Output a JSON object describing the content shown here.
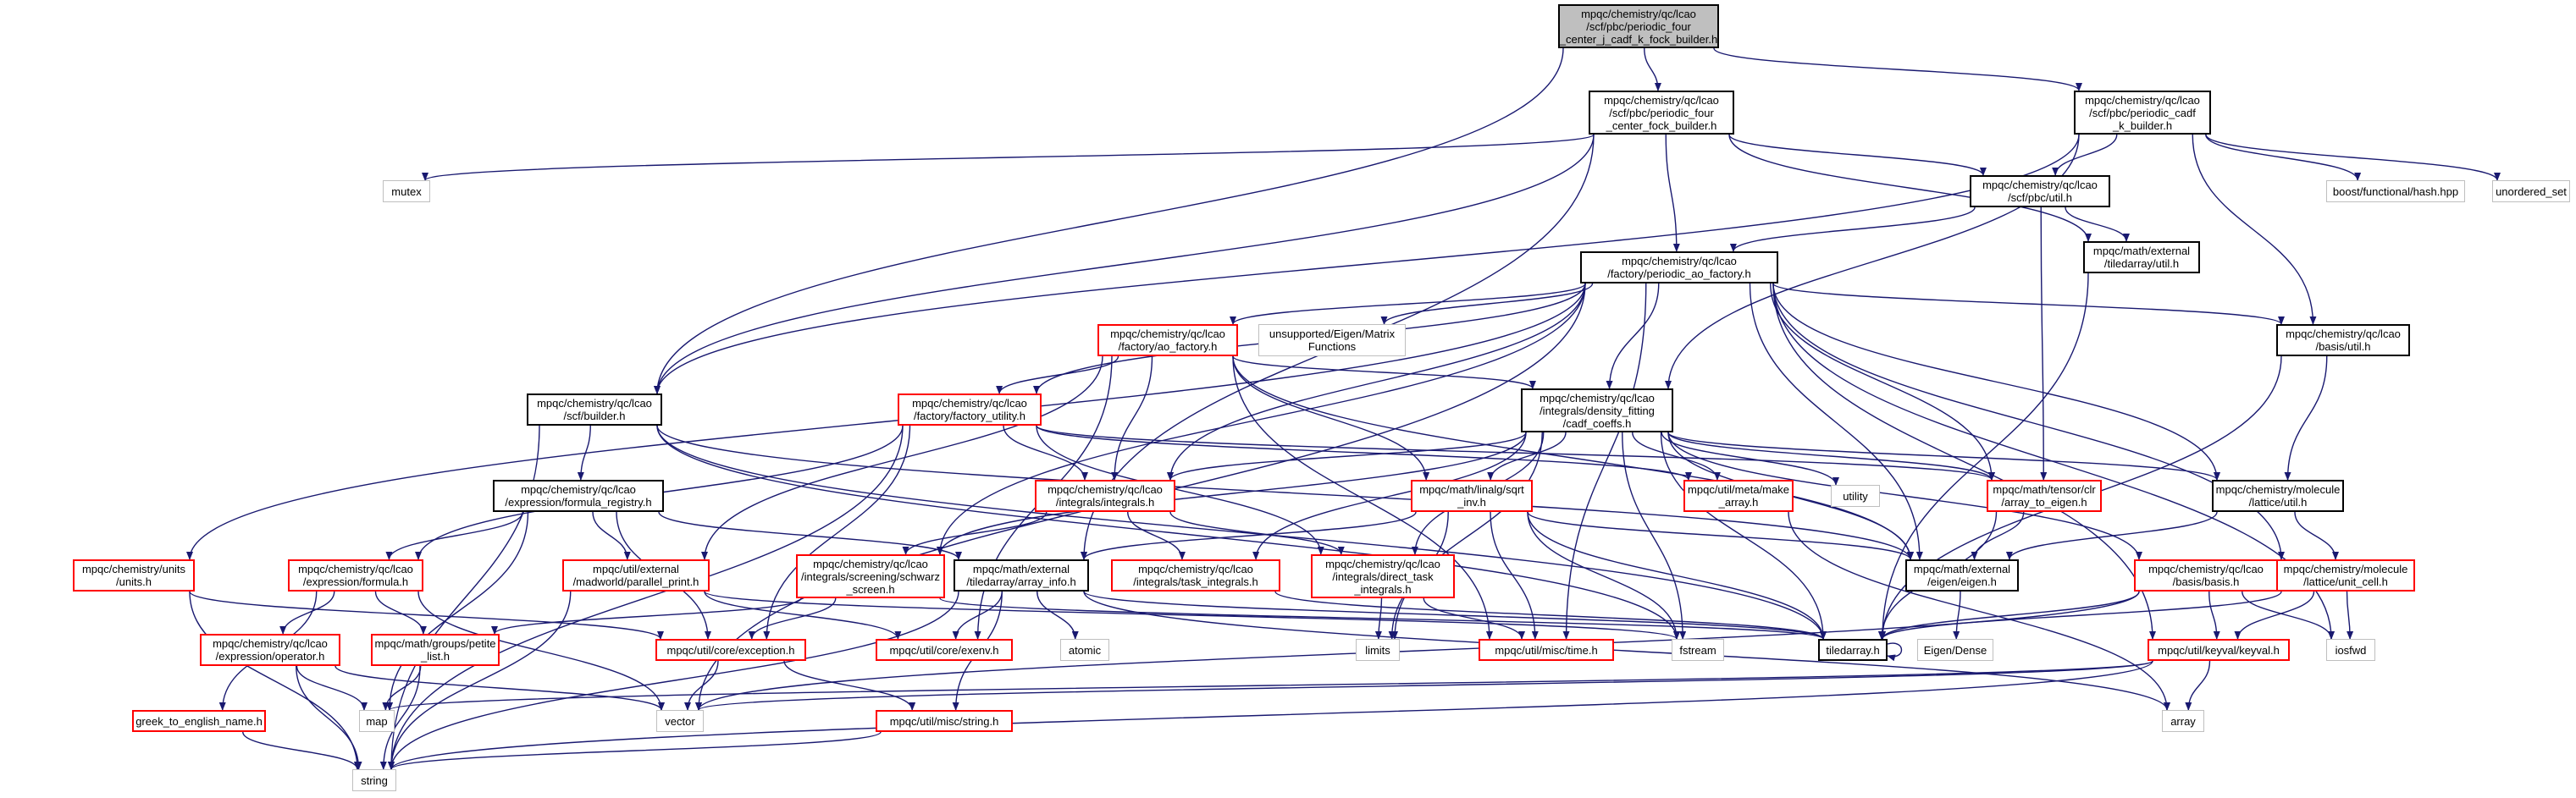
{
  "colors": {
    "edge": "#191970",
    "border_linked": "#000000",
    "border_incomplete": "#ff0000",
    "border_external": "#bfbfbf",
    "root_fill": "#bfbfbf"
  },
  "nodes": {
    "root": [
      "mpqc/chemistry/qc/lcao",
      "/scf/pbc/periodic_four",
      "_center_j_cadf_k_fock_builder.h"
    ],
    "pfcfb": [
      "mpqc/chemistry/qc/lcao",
      "/scf/pbc/periodic_four",
      "_center_fock_builder.h"
    ],
    "pckb": [
      "mpqc/chemistry/qc/lcao",
      "/scf/pbc/periodic_cadf",
      "_k_builder.h"
    ],
    "mutex": [
      "mutex"
    ],
    "boosthash": [
      "boost/functional/hash.hpp"
    ],
    "unordered_set": [
      "unordered_set"
    ],
    "pbcutil": [
      "mpqc/chemistry/qc/lcao",
      "/scf/pbc/util.h"
    ],
    "tautil": [
      "mpqc/math/external",
      "/tiledarray/util.h"
    ],
    "paofactory": [
      "mpqc/chemistry/qc/lcao",
      "/factory/periodic_ao_factory.h"
    ],
    "aofactory": [
      "mpqc/chemistry/qc/lcao",
      "/factory/ao_factory.h"
    ],
    "eigenmatfn": [
      "unsupported/Eigen/Matrix",
      "Functions"
    ],
    "basisutil": [
      "mpqc/chemistry/qc/lcao",
      "/basis/util.h"
    ],
    "scfbuilder": [
      "mpqc/chemistry/qc/lcao",
      "/scf/builder.h"
    ],
    "factutil": [
      "mpqc/chemistry/qc/lcao",
      "/factory/factory_utility.h"
    ],
    "cadfcoeffs": [
      "mpqc/chemistry/qc/lcao",
      "/integrals/density_fitting",
      "/cadf_coeffs.h"
    ],
    "formreg": [
      "mpqc/chemistry/qc/lcao",
      "/expression/formula_registry.h"
    ],
    "integrals": [
      "mpqc/chemistry/qc/lcao",
      "/integrals/integrals.h"
    ],
    "sqrtinv": [
      "mpqc/math/linalg/sqrt",
      "_inv.h"
    ],
    "makearray": [
      "mpqc/util/meta/make",
      "_array.h"
    ],
    "utility": [
      "utility"
    ],
    "arraytoeigen": [
      "mpqc/math/tensor/clr",
      "/array_to_eigen.h"
    ],
    "latticeutil": [
      "mpqc/chemistry/molecule",
      "/lattice/util.h"
    ],
    "units": [
      "mpqc/chemistry/units",
      "/units.h"
    ],
    "formula": [
      "mpqc/chemistry/qc/lcao",
      "/expression/formula.h"
    ],
    "parprint": [
      "mpqc/util/external",
      "/madworld/parallel_print.h"
    ],
    "schwarz": [
      "mpqc/chemistry/qc/lcao",
      "/integrals/screening/schwarz",
      "_screen.h"
    ],
    "arrayinfo": [
      "mpqc/math/external",
      "/tiledarray/array_info.h"
    ],
    "taskint": [
      "mpqc/chemistry/qc/lcao",
      "/integrals/task_integrals.h"
    ],
    "directtask": [
      "mpqc/chemistry/qc/lcao",
      "/integrals/direct_task",
      "_integrals.h"
    ],
    "eigenh": [
      "mpqc/math/external",
      "/eigen/eigen.h"
    ],
    "basish": [
      "mpqc/chemistry/qc/lcao",
      "/basis/basis.h"
    ],
    "unitcell": [
      "mpqc/chemistry/molecule",
      "/lattice/unit_cell.h"
    ],
    "operator": [
      "mpqc/chemistry/qc/lcao",
      "/expression/operator.h"
    ],
    "petite": [
      "mpqc/math/groups/petite",
      "_list.h"
    ],
    "exception": [
      "mpqc/util/core/exception.h"
    ],
    "exenv": [
      "mpqc/util/core/exenv.h"
    ],
    "atomic": [
      "atomic"
    ],
    "limits": [
      "limits"
    ],
    "timeh": [
      "mpqc/util/misc/time.h"
    ],
    "fstream": [
      "fstream"
    ],
    "tiledarray": [
      "tiledarray.h"
    ],
    "eigendense": [
      "Eigen/Dense"
    ],
    "iosfwd": [
      "iosfwd"
    ],
    "keyval": [
      "mpqc/util/keyval/keyval.h"
    ],
    "greek": [
      "greek_to_english_name.h"
    ],
    "map": [
      "map"
    ],
    "vector": [
      "vector"
    ],
    "stringh": [
      "mpqc/util/misc/string.h"
    ],
    "array": [
      "array"
    ],
    "string": [
      "string"
    ]
  }
}
